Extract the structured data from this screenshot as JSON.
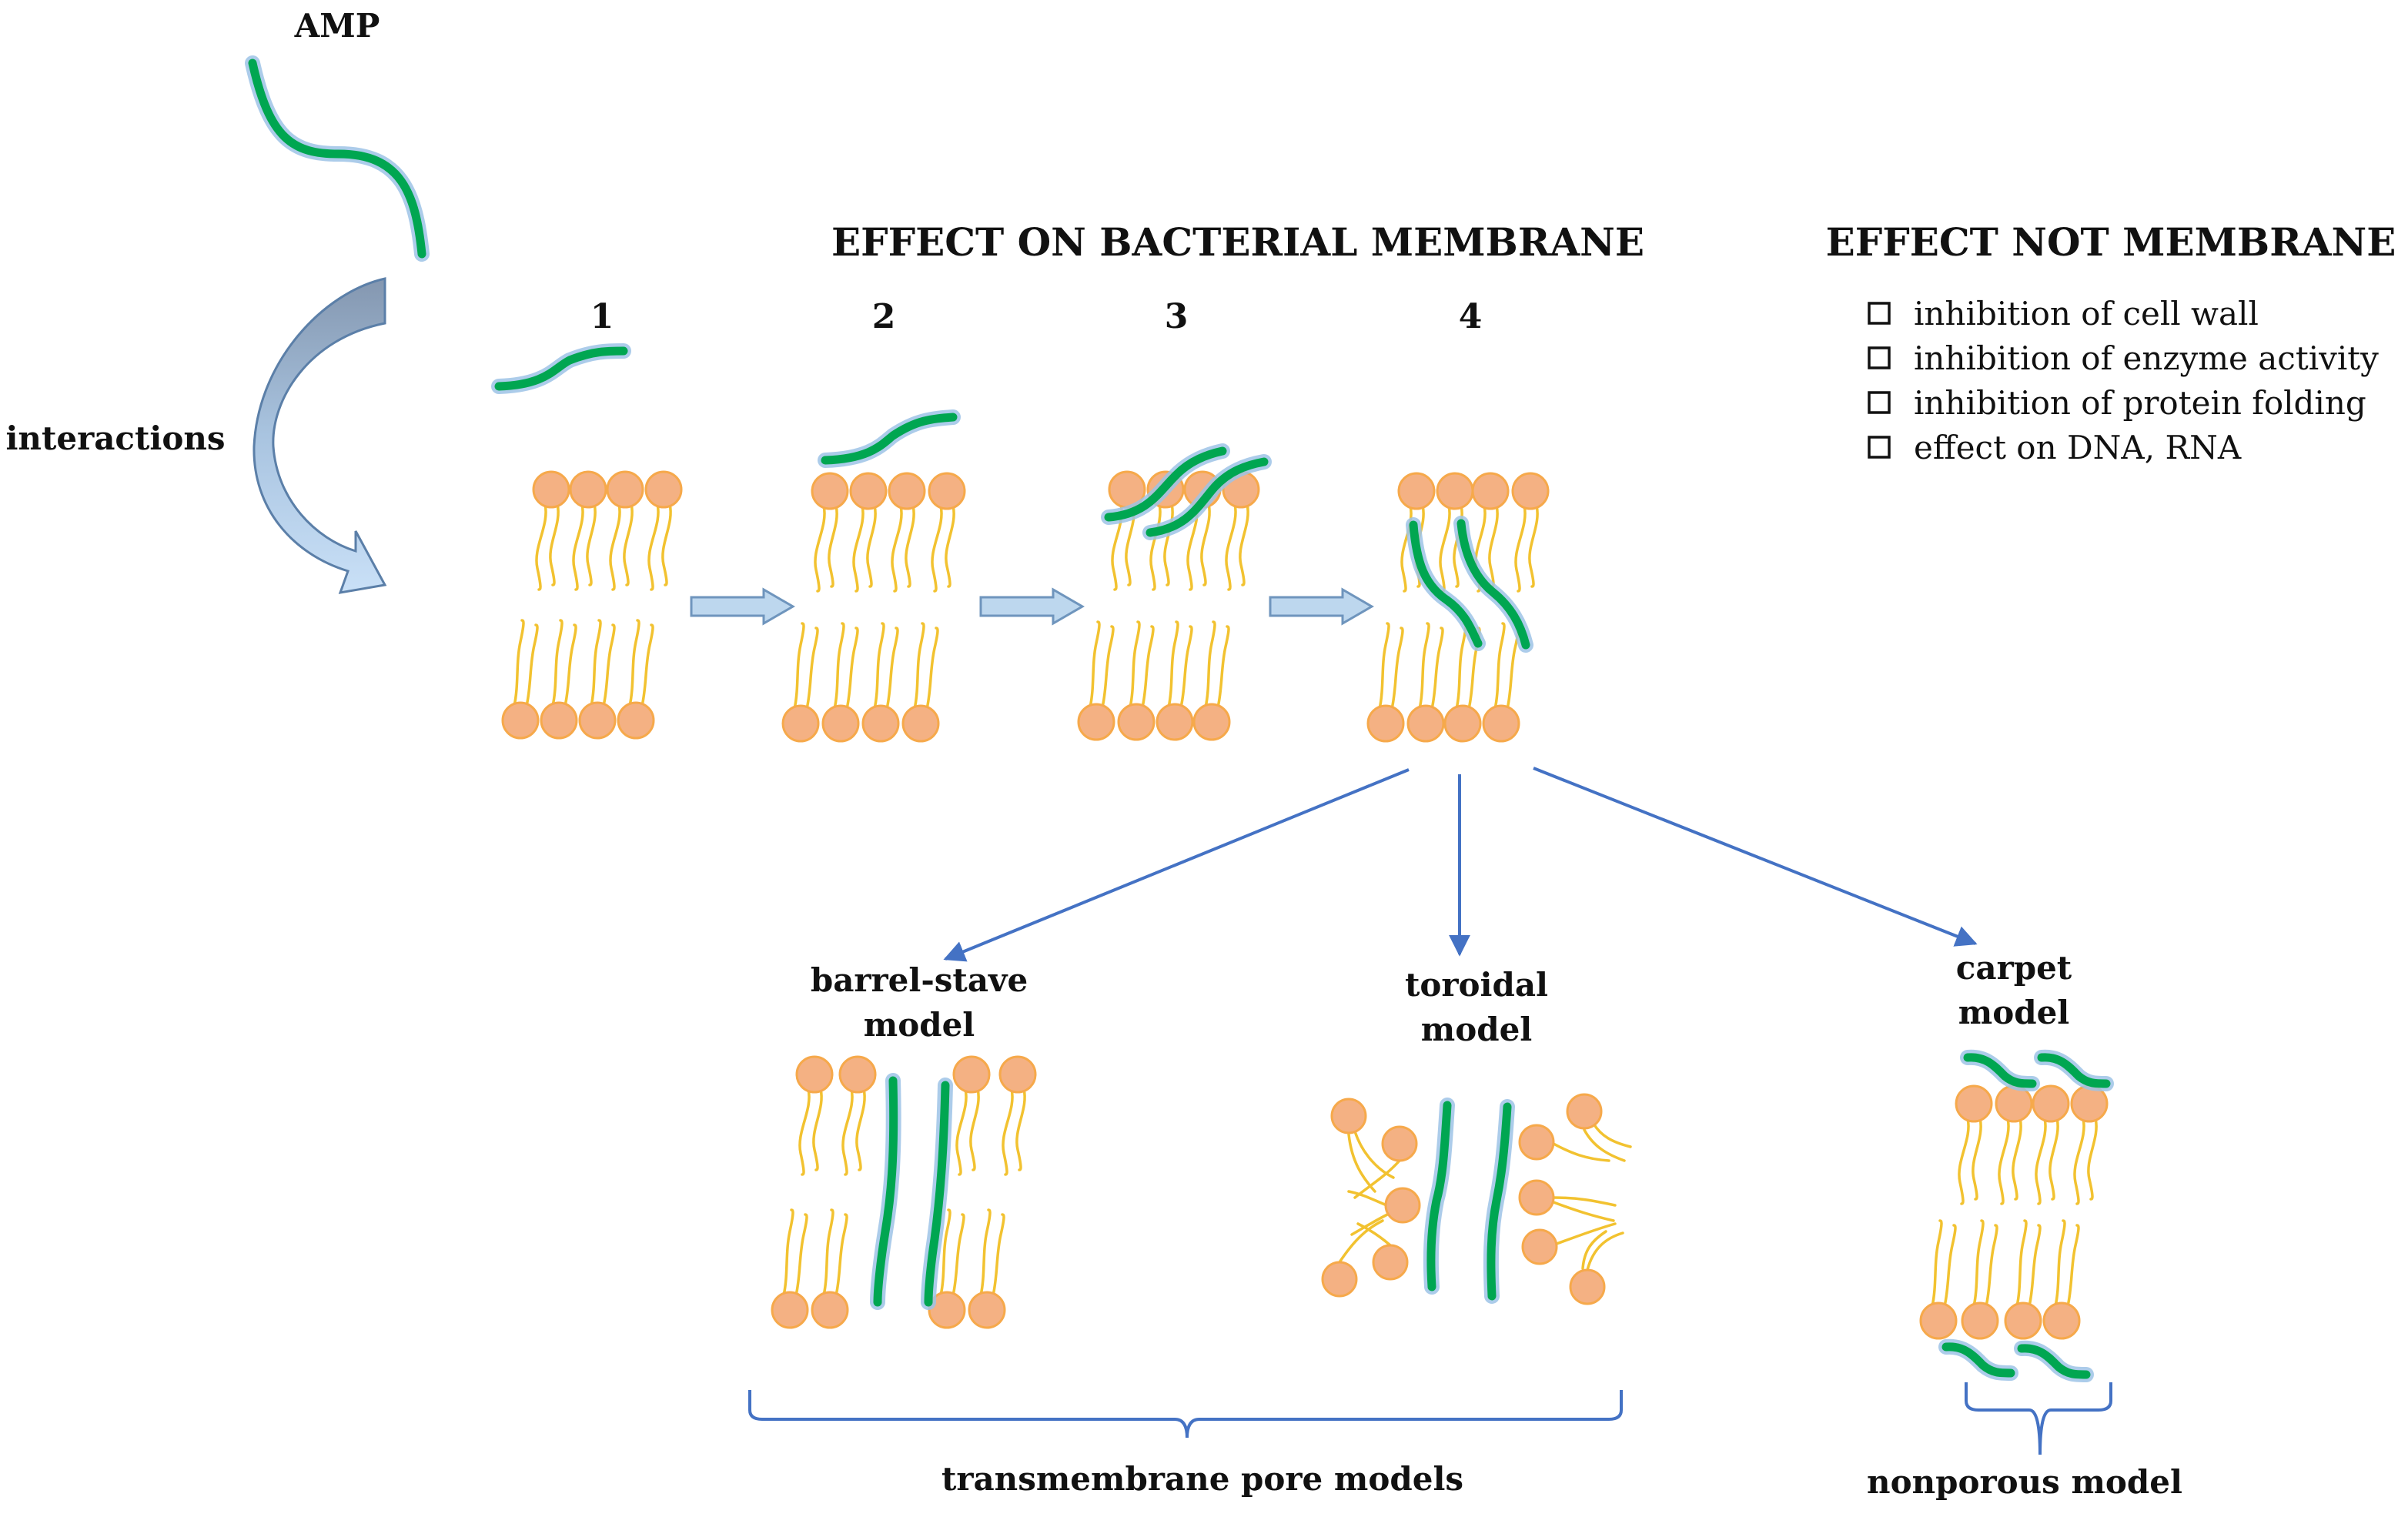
{
  "labels": {
    "amp": "AMP",
    "interactions": "interactions",
    "membrane_title": "EFFECT ON BACTERIAL MEMBRANE",
    "not_membrane_title": "EFFECT NOT MEMBRANE",
    "step_1": "1",
    "step_2": "2",
    "step_3": "3",
    "step_4": "4"
  },
  "not_membrane_effects": [
    "inhibition of cell wall",
    "inhibition of enzyme activity",
    "inhibition of protein folding",
    "effect on DNA,  RNA"
  ],
  "models": {
    "barrel_stave_line1": "barrel-stave",
    "barrel_stave_line2": "model",
    "toroidal_line1": "toroidal",
    "toroidal_line2": "model",
    "carpet_line1": "carpet",
    "carpet_line2": "model"
  },
  "groups": {
    "pore": "transmembrane pore models",
    "nonporous": "nonporous model"
  },
  "colors": {
    "peptide": "#00A651",
    "peptide_glow": "#9DC3E6",
    "lipid_head": "#F4B183",
    "lipid_tail": "#F2C230",
    "connector": "#4472C4",
    "step_arrow": "#BDD7EE"
  }
}
